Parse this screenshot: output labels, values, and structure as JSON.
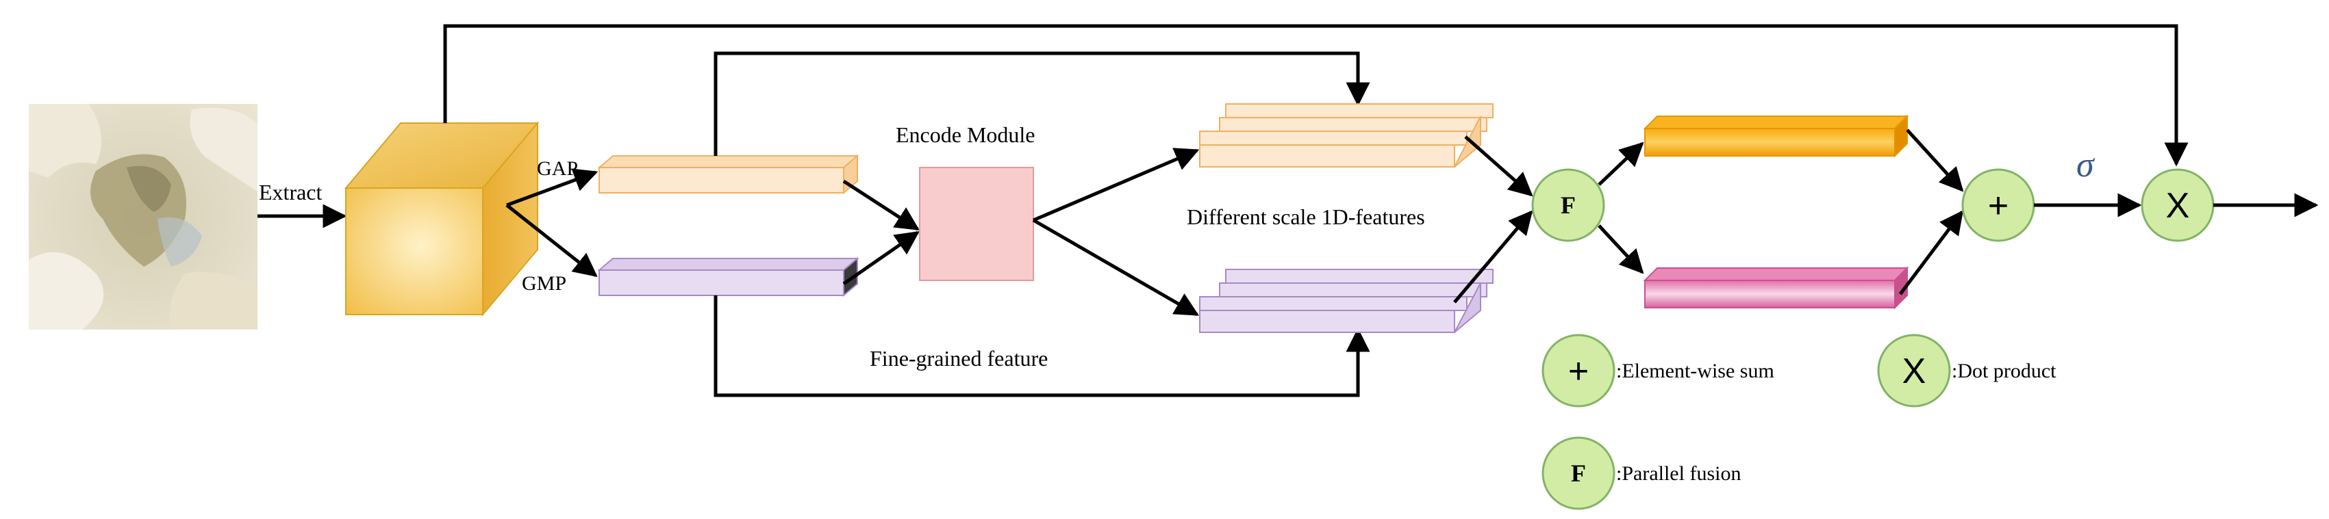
{
  "labels": {
    "extract": "Extract",
    "gap": "GAP",
    "gmp": "GMP",
    "encode_module": "Encode Module",
    "different_scale": "Different scale 1D-features",
    "fine_grained": "Fine-grained feature",
    "sigma": "σ"
  },
  "operators": {
    "fusion": "F",
    "sum": "+",
    "dot": "X"
  },
  "legend": {
    "sum_symbol": "+",
    "sum_label": ":Element-wise sum",
    "dot_symbol": "X",
    "dot_label": ":Dot product",
    "fusion_symbol": "F",
    "fusion_label": ":Parallel fusion"
  },
  "colors": {
    "cube_light": "#fff0c0",
    "cube_dark": "#f0b840",
    "gap_fill": "#fde7cc",
    "gmp_fill": "#e6daf0",
    "encode_fill": "#f8cccc",
    "orange_bar": "#f4a000",
    "pink_bar": "#e070a8",
    "circle_fill": "#d3eca5",
    "circle_stroke": "#82b366"
  }
}
